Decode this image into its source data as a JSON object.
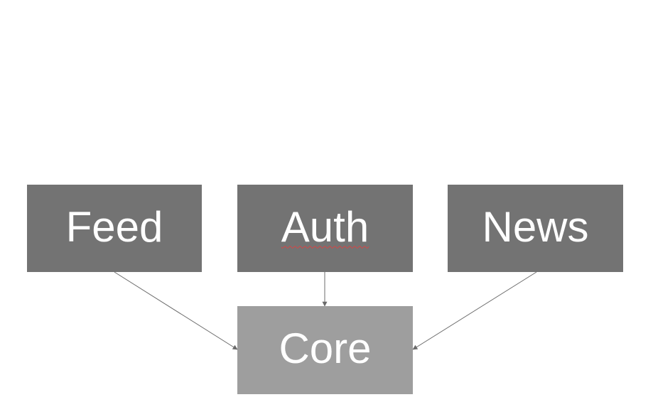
{
  "diagram": {
    "nodes": [
      {
        "id": "feed",
        "label": "Feed"
      },
      {
        "id": "auth",
        "label": "Auth"
      },
      {
        "id": "news",
        "label": "News"
      },
      {
        "id": "core",
        "label": "Core"
      }
    ],
    "edges": [
      {
        "from": "Feed",
        "to": "Core"
      },
      {
        "from": "Auth",
        "to": "Core"
      },
      {
        "from": "News",
        "to": "Core"
      }
    ],
    "colors": {
      "module_fill": "#737373",
      "core_fill": "#9e9e9e",
      "label_text": "#ffffff",
      "connector": "#6b6b6b",
      "spellcheck_underline": "#d64545"
    }
  }
}
